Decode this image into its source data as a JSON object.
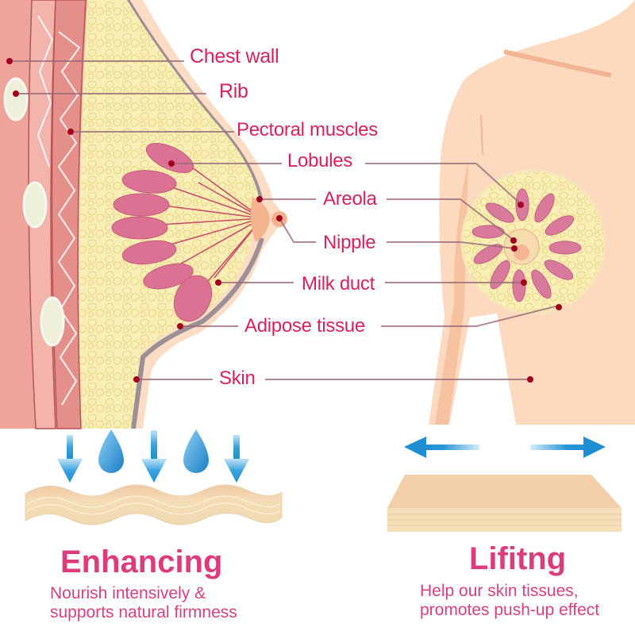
{
  "diagram": {
    "labels": [
      {
        "id": "chest-wall",
        "text": "Chest wall"
      },
      {
        "id": "rib",
        "text": "Rib"
      },
      {
        "id": "pectoral-muscles",
        "text": "Pectoral muscles"
      },
      {
        "id": "lobules",
        "text": "Lobules"
      },
      {
        "id": "areola",
        "text": "Areola"
      },
      {
        "id": "nipple",
        "text": "Nipple"
      },
      {
        "id": "milk-duct",
        "text": "Milk duct"
      },
      {
        "id": "adipose-tissue",
        "text": "Adipose tissue"
      },
      {
        "id": "skin",
        "text": "Skin"
      }
    ],
    "colors": {
      "label_text": "#d8235a",
      "leader_line": "#9b6b78",
      "marker_dot": "#a3001e",
      "skin": "#fcd9bf",
      "muscle": "#e8968c",
      "fat": "#f7e9a8",
      "lobule": "#d9708f",
      "arrow_blue": "#1e8fd2"
    }
  },
  "panels": {
    "left": {
      "title": "Enhancing",
      "lines": [
        "Nourish intensively &",
        "supports natural firmness"
      ]
    },
    "right": {
      "title": "Lifitng",
      "lines": [
        "Help our skin tissues,",
        "promotes push-up effect"
      ]
    }
  }
}
